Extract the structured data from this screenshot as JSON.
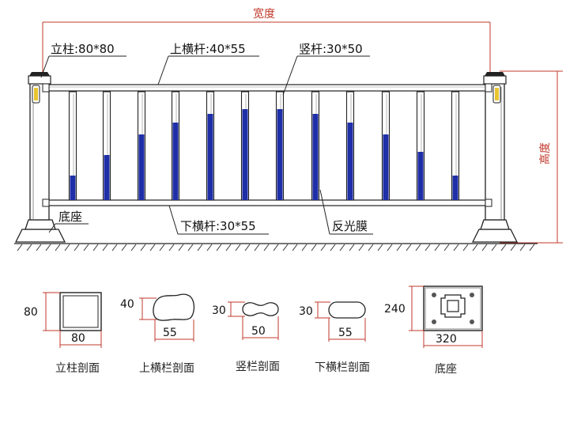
{
  "dimensions": {
    "width_label": "宽度",
    "height_label": "高度"
  },
  "callouts": {
    "post": "立柱:80*80",
    "top_rail": "上横杆:40*55",
    "baluster": "竖杆:30*50",
    "base": "底座",
    "bottom_rail": "下横杆:30*55",
    "reflective_film": "反光膜"
  },
  "sections": [
    {
      "name": "立柱剖面",
      "height": "80",
      "width": "80"
    },
    {
      "name": "上横栏剖面",
      "height": "40",
      "width": "55"
    },
    {
      "name": "竖栏剖面",
      "height": "30",
      "width": "50"
    },
    {
      "name": "下横栏剖面",
      "height": "30",
      "width": "55"
    },
    {
      "name": "底座",
      "height": "240",
      "width": "320"
    }
  ],
  "colors": {
    "reflective_film": "#1f2fa8",
    "dimension_line": "#c0392b",
    "outline": "#222222"
  }
}
